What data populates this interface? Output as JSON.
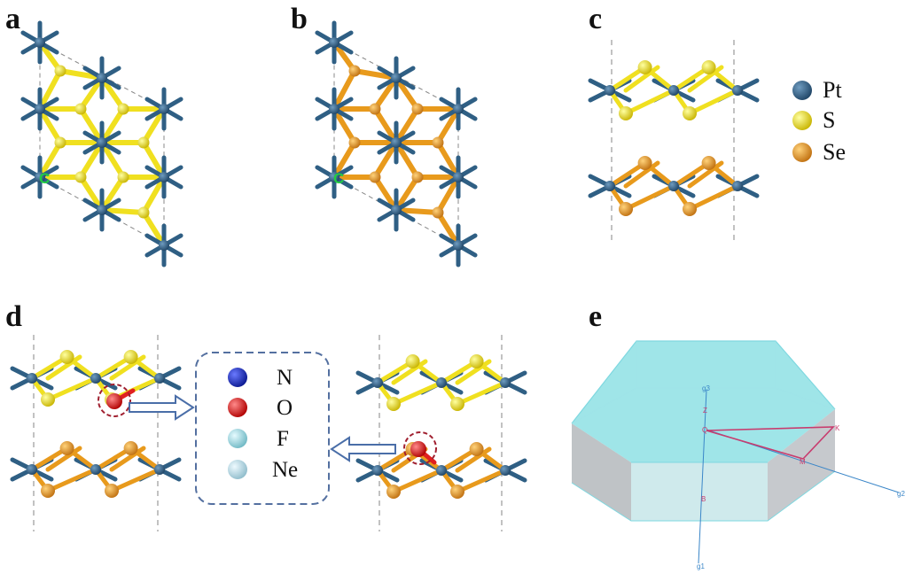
{
  "panels": {
    "a": "a",
    "b": "b",
    "c": "c",
    "d": "d",
    "e": "e"
  },
  "legend": [
    {
      "label": "Pt",
      "color": "#2f5f84"
    },
    {
      "label": "S",
      "color": "#f0e020"
    },
    {
      "label": "Se",
      "color": "#e89a1c"
    }
  ],
  "dopants": [
    {
      "label": "N",
      "color": "#1a2fc8"
    },
    {
      "label": "O",
      "color": "#e02020"
    },
    {
      "label": "F",
      "color": "#9ad8e0"
    },
    {
      "label": "Ne",
      "color": "#b8dce6"
    }
  ],
  "cell_marker": "C",
  "brillouin_zone": {
    "labels": [
      "g3",
      "Z",
      "Q",
      "K",
      "M",
      "B",
      "g1",
      "g2"
    ],
    "colors": {
      "face": "#7fdce0",
      "side": "#b8bcc0",
      "axis": "#3a86c8",
      "path": "#c83c6e"
    }
  },
  "colors": {
    "pt": "#2f5f84",
    "s": "#f0e020",
    "se": "#e89a1c",
    "dopant_o": "#e02020",
    "highlight": "#a02030",
    "arrow": "#4a6ea8",
    "marker": "#22cc44"
  }
}
